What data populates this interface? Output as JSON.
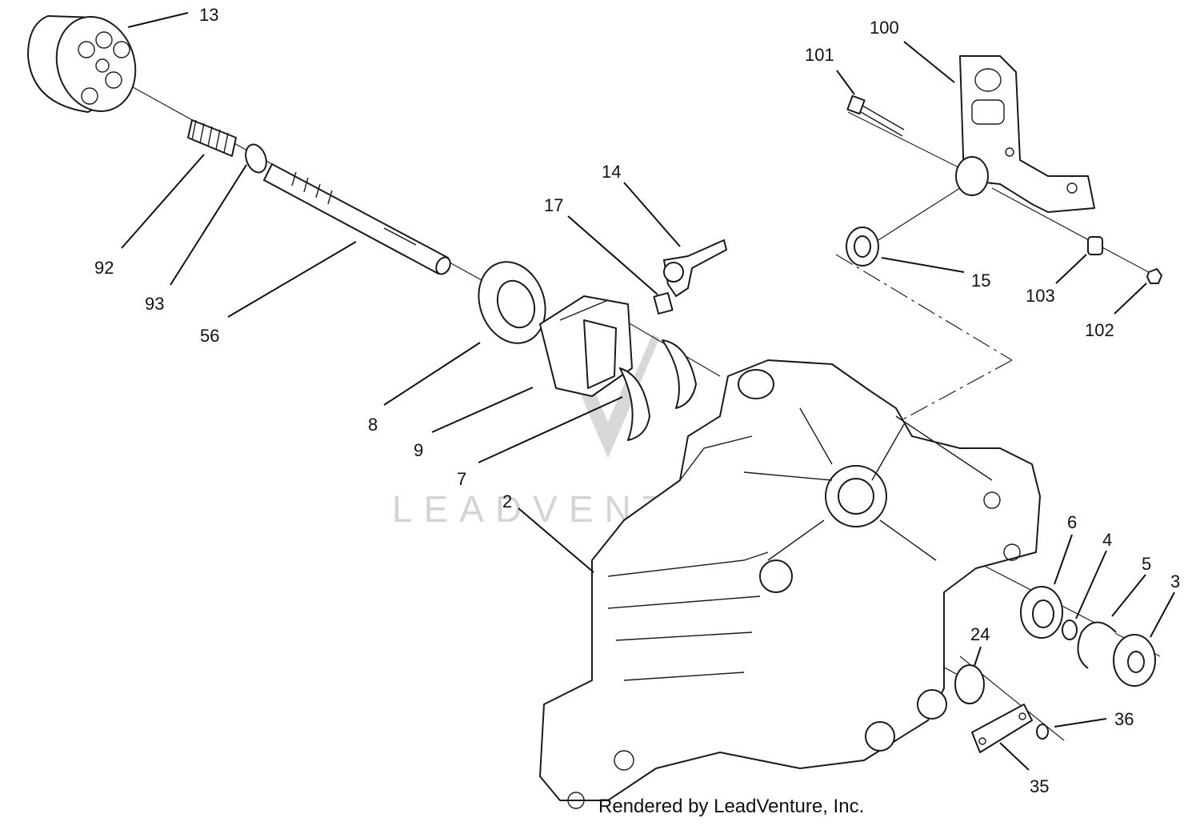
{
  "diagram": {
    "callouts": [
      "13",
      "92",
      "93",
      "56",
      "14",
      "17",
      "8",
      "9",
      "7",
      "2",
      "100",
      "101",
      "15",
      "103",
      "102",
      "6",
      "4",
      "5",
      "3",
      "24",
      "36",
      "35"
    ],
    "watermark": "LEADVENTURE",
    "credit": "Rendered by LeadVenture, Inc."
  },
  "colors": {
    "line": "#1a1a1a",
    "watermark": "#d4d4d4",
    "background": "#ffffff"
  }
}
